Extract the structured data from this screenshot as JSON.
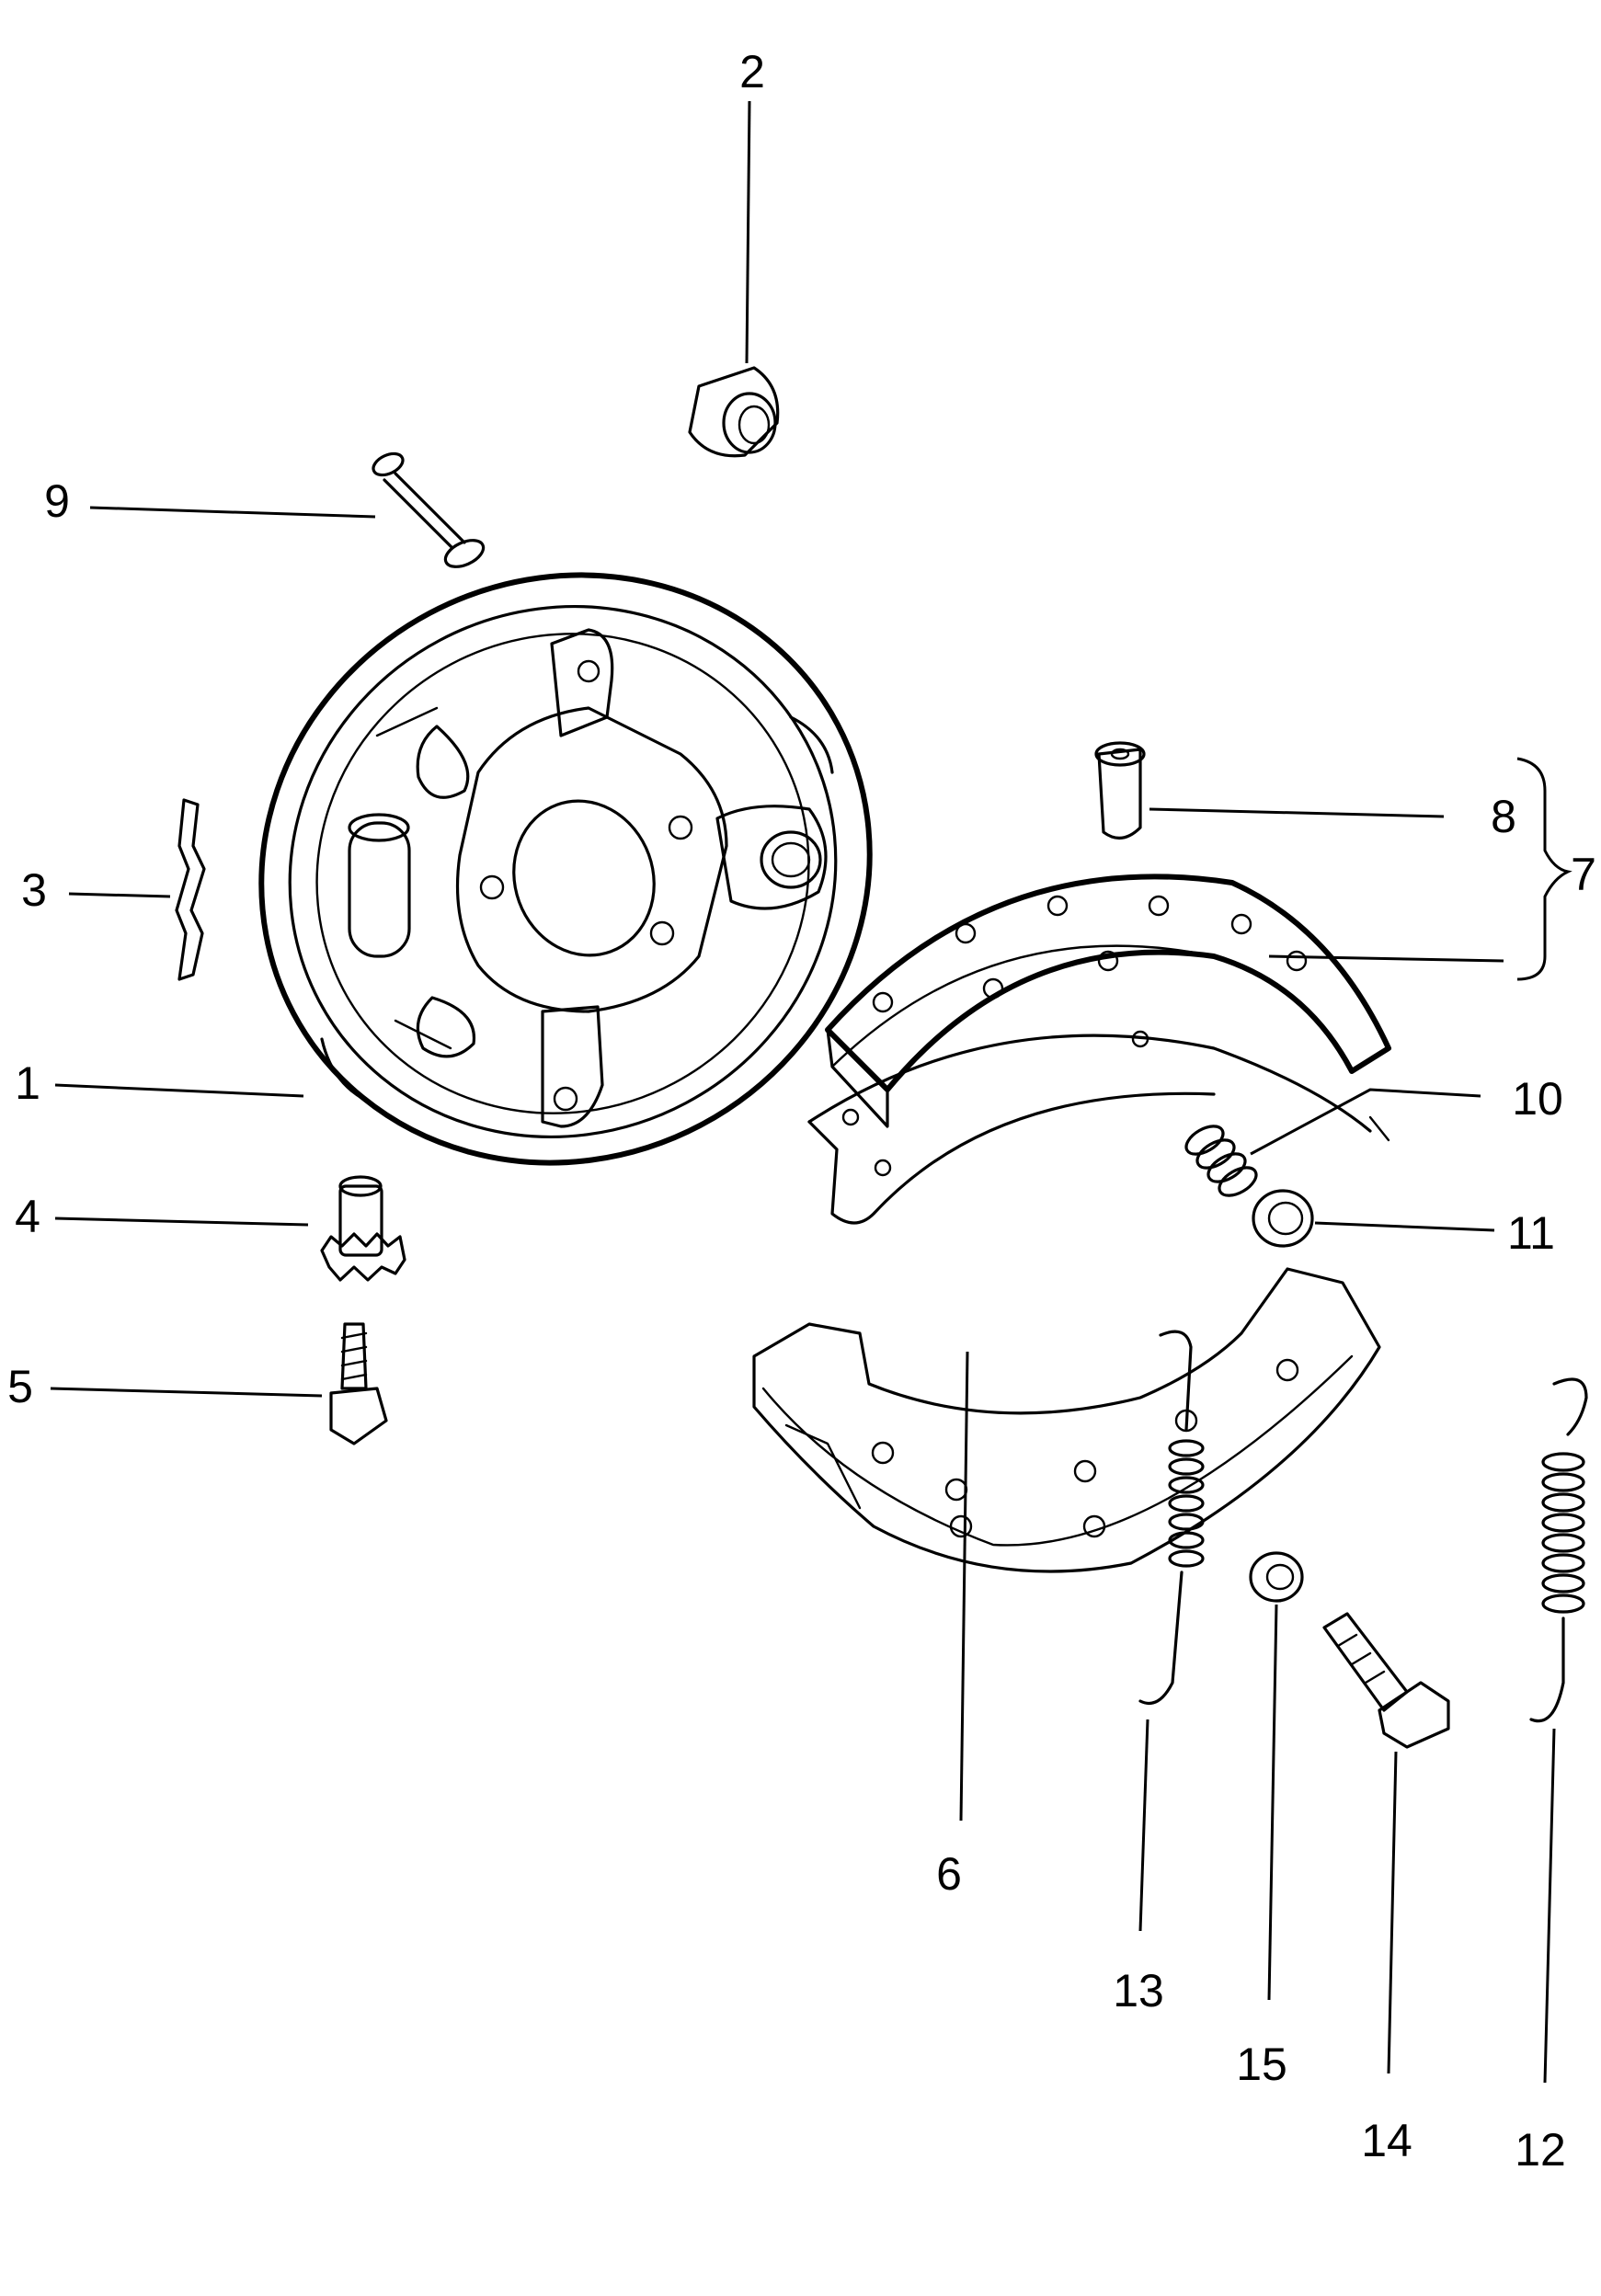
{
  "labels": {
    "n1": "1",
    "n2": "2",
    "n3": "3",
    "n4": "4",
    "n5": "5",
    "n6": "6",
    "n7": "7",
    "n8": "8",
    "n9": "9",
    "n10": "10",
    "n11": "11",
    "n12": "12",
    "n13": "13",
    "n14": "14",
    "n15": "15"
  }
}
